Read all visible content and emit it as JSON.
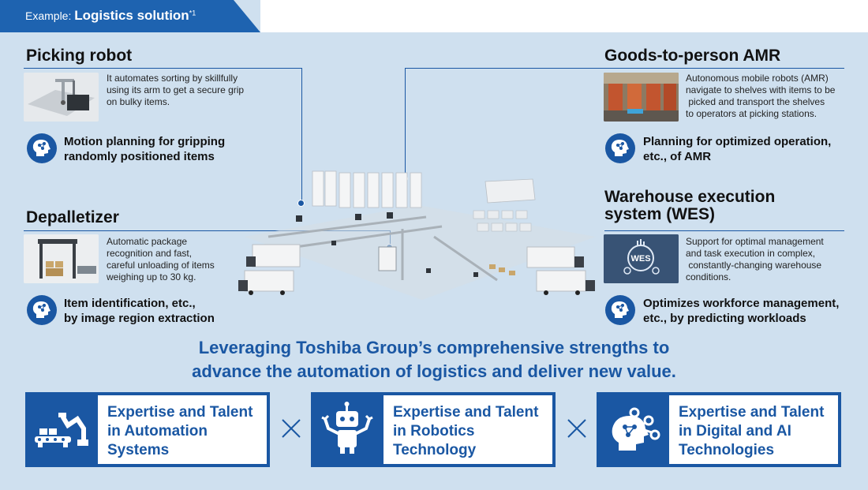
{
  "header": {
    "prefix": "Example:",
    "title": "Logistics solution",
    "note": "*1"
  },
  "sections": {
    "picking": {
      "title": "Picking robot",
      "desc": [
        "It automates sorting by skillfully",
        "using its arm to get a secure grip",
        "on bulky items."
      ],
      "feature": [
        "Motion planning for gripping",
        "randomly positioned items"
      ]
    },
    "depalletizer": {
      "title": "Depalletizer",
      "desc": [
        "Automatic package",
        "recognition  and fast,",
        "careful  unloading of items",
        "weighing up to 30 kg."
      ],
      "feature": [
        "Item identification, etc.,",
        "by image region extraction"
      ]
    },
    "amr": {
      "title": "Goods-to-person AMR",
      "desc": [
        "Autonomous mobile robots (AMR)",
        "navigate to shelves with items to be",
        " picked and transport the shelves",
        "to operators at picking stations."
      ],
      "feature": [
        "Planning for optimized operation,",
        "etc., of AMR"
      ]
    },
    "wes": {
      "title": [
        "Warehouse execution",
        "system (WES)"
      ],
      "thumb_label": "WES",
      "desc": [
        "Support for optimal management",
        "and task execution in complex,",
        " constantly-changing warehouse",
        "conditions."
      ],
      "feature": [
        "Optimizes workforce management,",
        "etc., by predicting workloads"
      ]
    }
  },
  "tagline": [
    "Leveraging Toshiba Group’s comprehensive strengths to",
    "advance the automation of logistics and deliver new value."
  ],
  "cards": [
    {
      "lines": [
        "Expertise and Talent",
        "in Automation",
        "Systems"
      ],
      "icon": "conveyor-robot-arm-icon"
    },
    {
      "lines": [
        "Expertise and Talent",
        "in Robotics",
        "Technology"
      ],
      "icon": "robot-icon"
    },
    {
      "lines": [
        "Expertise and Talent",
        "in Digital and AI",
        "Technologies"
      ],
      "icon": "ai-head-icon"
    }
  ],
  "colors": {
    "brand_blue": "#1a57a3",
    "panel_bg": "#cfe0ef",
    "header_blue": "#1e63b0"
  }
}
